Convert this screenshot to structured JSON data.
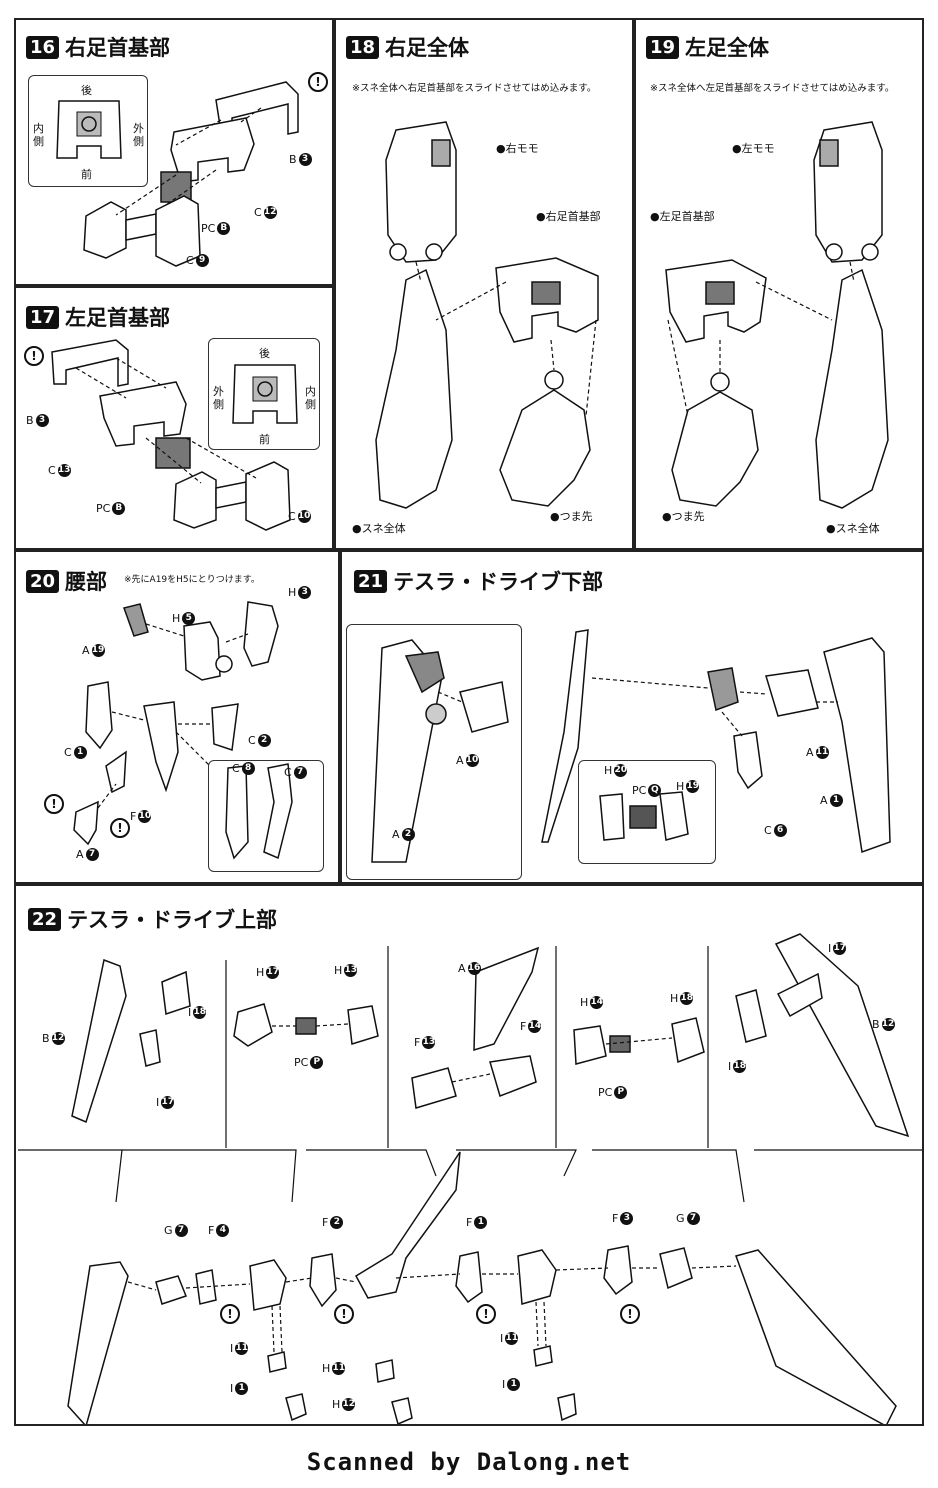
{
  "steps": {
    "s16": {
      "num": "16",
      "title": "右足首基部",
      "inset": {
        "top": "後",
        "bottom": "前",
        "left": "内側",
        "right": "外側"
      },
      "parts": {
        "b3": "B",
        "b3n": "3",
        "c12": "C",
        "c12n": "12",
        "pcb": "PC",
        "pcbn": "B",
        "c9": "C",
        "c9n": "9"
      }
    },
    "s17": {
      "num": "17",
      "title": "左足首基部",
      "inset": {
        "top": "後",
        "bottom": "前",
        "left": "外側",
        "right": "内側"
      },
      "parts": {
        "b3": "B",
        "b3n": "3",
        "c13": "C",
        "c13n": "13",
        "pcb": "PC",
        "pcbn": "B",
        "c10": "C",
        "c10n": "10"
      }
    },
    "s18": {
      "num": "18",
      "title": "右足全体",
      "note": "※スネ全体へ右足首基部をスライドさせてはめ込みます。",
      "labels": {
        "thigh": "●右モモ",
        "base": "●右足首基部",
        "shin": "●スネ全体",
        "toe": "●つま先"
      }
    },
    "s19": {
      "num": "19",
      "title": "左足全体",
      "note": "※スネ全体へ左足首基部をスライドさせてはめ込みます。",
      "labels": {
        "thigh": "●左モモ",
        "base": "●左足首基部",
        "shin": "●スネ全体",
        "toe": "●つま先"
      }
    },
    "s20": {
      "num": "20",
      "title": "腰部",
      "note": "※先にA19をH5にとりつけます。",
      "parts": {
        "a19": "A",
        "a19n": "19",
        "h5": "H",
        "h5n": "5",
        "h3": "H",
        "h3n": "3",
        "c1": "C",
        "c1n": "1",
        "c2": "C",
        "c2n": "2",
        "f10": "F",
        "f10n": "10",
        "a7": "A",
        "a7n": "7",
        "c8": "C",
        "c8n": "8",
        "c7": "C",
        "c7n": "7"
      }
    },
    "s21": {
      "num": "21",
      "title": "テスラ・ドライブ下部",
      "parts": {
        "a10": "A",
        "a10n": "10",
        "a2": "A",
        "a2n": "2",
        "h20": "H",
        "h20n": "20",
        "pcq": "PC",
        "pcqn": "Q",
        "h19": "H",
        "h19n": "19",
        "c6": "C",
        "c6n": "6",
        "a11": "A",
        "a11n": "11",
        "a1": "A",
        "a1n": "1"
      }
    },
    "s22": {
      "num": "22",
      "title": "テスラ・ドライブ上部",
      "parts": {
        "b12": "B",
        "b12n": "12",
        "i18": "I",
        "i18n": "18",
        "i17": "I",
        "i17n": "17",
        "h17": "H",
        "h17n": "17",
        "h13": "H",
        "h13n": "13",
        "pcp": "PC",
        "pcpn": "P",
        "a16": "A",
        "a16n": "16",
        "f13": "F",
        "f13n": "13",
        "f14": "F",
        "f14n": "14",
        "h14": "H",
        "h14n": "14",
        "h18": "H",
        "h18n": "18",
        "g7": "G",
        "g7n": "7",
        "f4": "F",
        "f4n": "4",
        "f2": "F",
        "f2n": "2",
        "f1": "F",
        "f1n": "1",
        "f3": "F",
        "f3n": "3",
        "i11": "I",
        "i11n": "11",
        "i1": "I",
        "i1n": "1",
        "h11": "H",
        "h11n": "11",
        "h12": "H",
        "h12n": "12"
      }
    }
  },
  "warning_symbol": "!",
  "footer": "Scanned by Dalong.net"
}
